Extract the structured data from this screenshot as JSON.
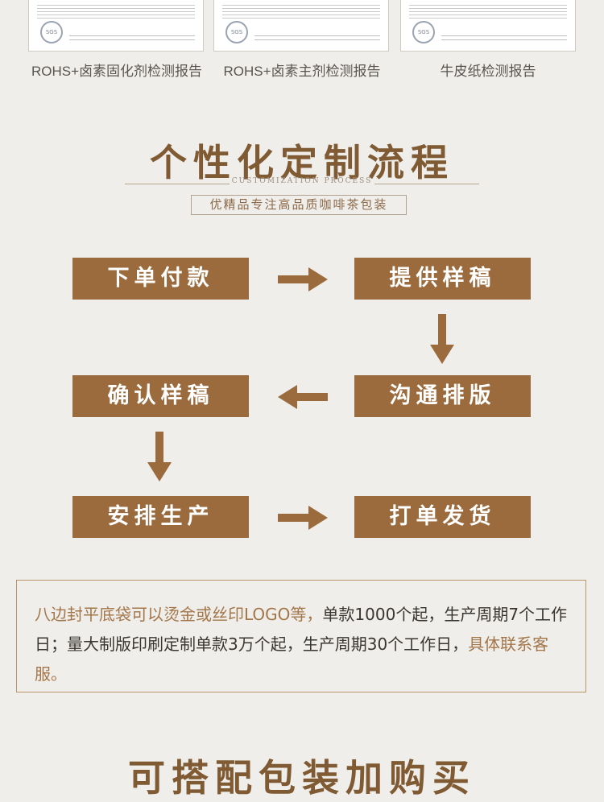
{
  "certificates": [
    {
      "label": "ROHS+卤素固化剂检测报告",
      "seal": "SGS"
    },
    {
      "label": "ROHS+卤素主剂检测报告",
      "seal": "SGS"
    },
    {
      "label": "牛皮纸检测报告",
      "seal": "SGS"
    }
  ],
  "section": {
    "title": "个性化定制流程",
    "subtitle": "CUSTOMIZATION PROCESS",
    "tagline": "优精品专注高品质咖啡茶包装"
  },
  "steps": {
    "s1": "下单付款",
    "s2": "提供样稿",
    "s3": "沟通排版",
    "s4": "确认样稿",
    "s5": "安排生产",
    "s6": "打单发货"
  },
  "note": {
    "part1": "八边封平底袋可以烫金或丝印LOGO等，",
    "part2": "单款1000个起，生产周期7个工作日；量大制版印刷定制单款3万个起，生产周期30个工作日，",
    "part3": "具体联系客服。"
  },
  "next_section_title": "可搭配包装加购买",
  "colors": {
    "accent": "#9b6b3d",
    "title": "#7f5a33",
    "background": "#efeeea"
  }
}
